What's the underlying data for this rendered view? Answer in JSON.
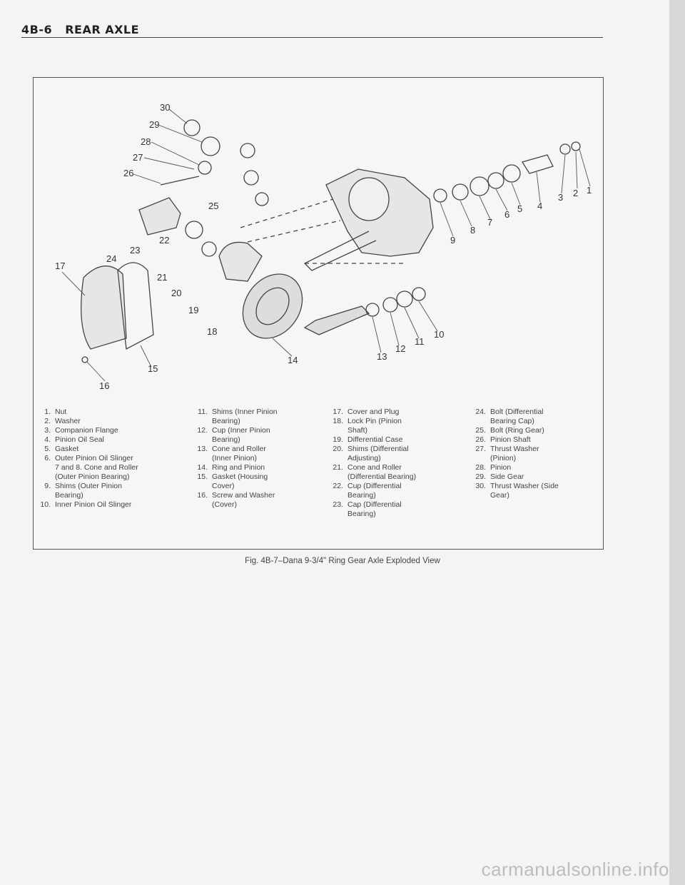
{
  "header": {
    "section": "4B-6",
    "title": "REAR AXLE"
  },
  "callouts": [
    "1",
    "2",
    "3",
    "4",
    "5",
    "6",
    "7",
    "8",
    "9",
    "10",
    "11",
    "12",
    "13",
    "14",
    "15",
    "16",
    "17",
    "18",
    "19",
    "20",
    "21",
    "22",
    "23",
    "24",
    "25",
    "26",
    "27",
    "28",
    "29",
    "30"
  ],
  "legend": {
    "col1": [
      {
        "n": "1.",
        "t": "Nut"
      },
      {
        "n": "2.",
        "t": "Washer"
      },
      {
        "n": "3.",
        "t": "Companion Flange"
      },
      {
        "n": "4.",
        "t": "Pinion Oil Seal"
      },
      {
        "n": "5.",
        "t": "Gasket"
      },
      {
        "n": "6.",
        "t": "Outer Pinion Oil Slinger"
      },
      {
        "n": "",
        "t": "7 and 8. Cone and Roller"
      },
      {
        "n": "",
        "t": "(Outer Pinion Bearing)"
      },
      {
        "n": "9.",
        "t": "Shims (Outer Pinion"
      },
      {
        "n": "",
        "t": "Bearing)"
      },
      {
        "n": "10.",
        "t": "Inner Pinion Oil Slinger"
      }
    ],
    "col2": [
      {
        "n": "11.",
        "t": "Shims (Inner Pinion"
      },
      {
        "n": "",
        "t": "Bearing)"
      },
      {
        "n": "12.",
        "t": "Cup (Inner Pinion"
      },
      {
        "n": "",
        "t": "Bearing)"
      },
      {
        "n": "13.",
        "t": "Cone and Roller"
      },
      {
        "n": "",
        "t": "(Inner Pinion)"
      },
      {
        "n": "14.",
        "t": "Ring and Pinion"
      },
      {
        "n": "15.",
        "t": "Gasket (Housing"
      },
      {
        "n": "",
        "t": "Cover)"
      },
      {
        "n": "16.",
        "t": "Screw and Washer"
      },
      {
        "n": "",
        "t": "(Cover)"
      }
    ],
    "col3": [
      {
        "n": "17.",
        "t": "Cover and Plug"
      },
      {
        "n": "18.",
        "t": "Lock Pin (Pinion"
      },
      {
        "n": "",
        "t": "Shaft)"
      },
      {
        "n": "19.",
        "t": "Differential Case"
      },
      {
        "n": "20.",
        "t": "Shims (Differential"
      },
      {
        "n": "",
        "t": "Adjusting)"
      },
      {
        "n": "21.",
        "t": "Cone and Roller"
      },
      {
        "n": "",
        "t": "(Differential Bearing)"
      },
      {
        "n": "22.",
        "t": "Cup (Differential"
      },
      {
        "n": "",
        "t": "Bearing)"
      },
      {
        "n": "23.",
        "t": "Cap (Differential"
      },
      {
        "n": "",
        "t": "Bearing)"
      }
    ],
    "col4": [
      {
        "n": "24.",
        "t": "Bolt (Differential"
      },
      {
        "n": "",
        "t": "Bearing Cap)"
      },
      {
        "n": "25.",
        "t": "Bolt (Ring Gear)"
      },
      {
        "n": "26.",
        "t": "Pinion Shaft"
      },
      {
        "n": "27.",
        "t": "Thrust Washer"
      },
      {
        "n": "",
        "t": "(Pinion)"
      },
      {
        "n": "28.",
        "t": "Pinion"
      },
      {
        "n": "29.",
        "t": "Side Gear"
      },
      {
        "n": "30.",
        "t": "Thrust Washer (Side"
      },
      {
        "n": "",
        "t": "Gear)"
      }
    ]
  },
  "caption": "Fig. 4B-7–Dana 9-3/4\" Ring Gear Axle Exploded View",
  "watermark": "carmanualsonline.info"
}
